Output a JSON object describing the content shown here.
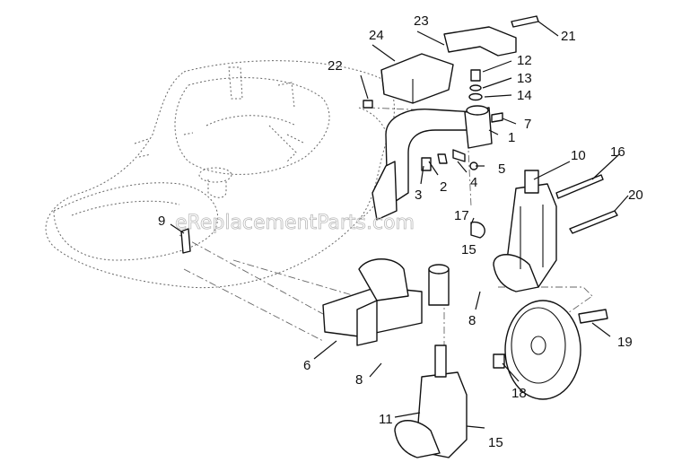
{
  "watermark": "eReplacementParts.com",
  "callouts": [
    "1",
    "2",
    "3",
    "4",
    "5",
    "6",
    "7",
    "8",
    "9",
    "10",
    "11",
    "12",
    "13",
    "14",
    "15",
    "16",
    "17",
    "18",
    "19",
    "20",
    "21",
    "22",
    "23",
    "24"
  ]
}
